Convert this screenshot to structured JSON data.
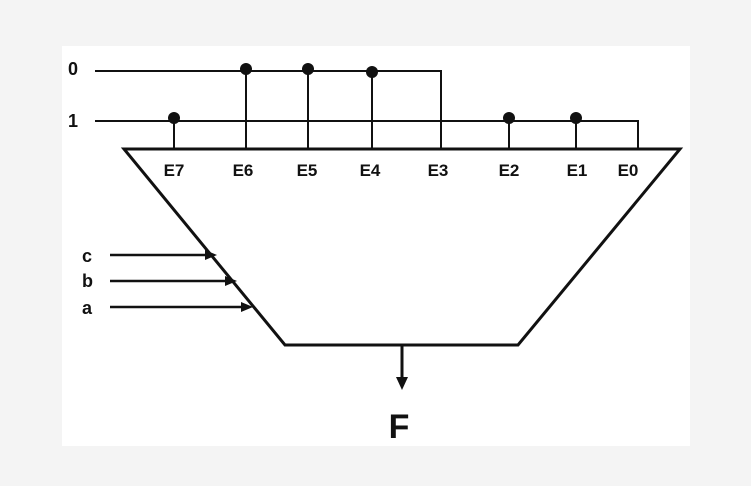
{
  "diagram": {
    "constants": {
      "zero": "0",
      "one": "1"
    },
    "data_inputs": [
      "E7",
      "E6",
      "E5",
      "E4",
      "E3",
      "E2",
      "E1",
      "E0"
    ],
    "data_input_sources": {
      "E7": "1",
      "E6": "0",
      "E5": "0",
      "E4": "0",
      "E3": "0",
      "E2": "1",
      "E1": "1",
      "E0": "1"
    },
    "select_inputs": [
      "c",
      "b",
      "a"
    ],
    "output": "F",
    "colors": {
      "line": "#111111",
      "background": "#ffffff"
    }
  }
}
